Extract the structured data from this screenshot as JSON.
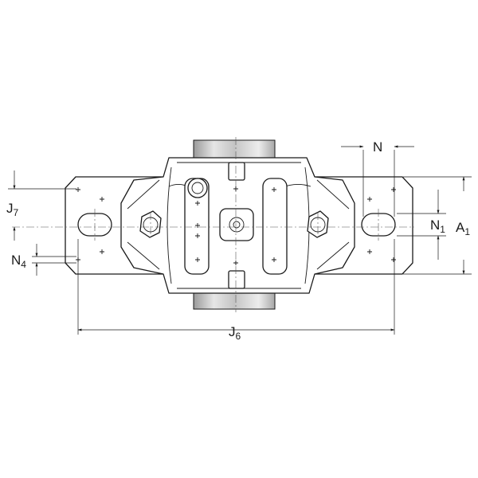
{
  "diagram": {
    "labels": {
      "n": "N",
      "n1_main": "N",
      "n1_sub": "1",
      "a1_main": "A",
      "a1_sub": "1",
      "j7_main": "J",
      "j7_sub": "7",
      "n4_main": "N",
      "n4_sub": "4",
      "j6_main": "J",
      "j6_sub": "6"
    }
  }
}
